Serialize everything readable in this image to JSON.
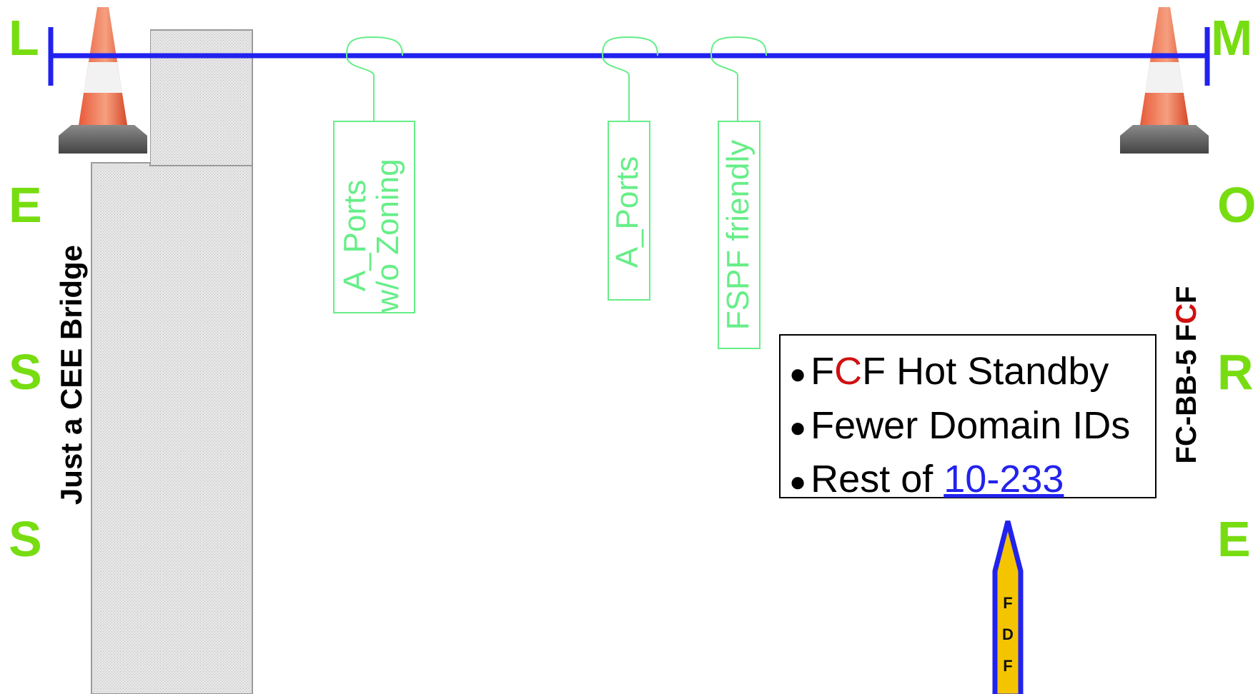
{
  "side_letters": {
    "left": [
      "L",
      "E",
      "S",
      "S"
    ],
    "right": [
      "M",
      "O",
      "R",
      "E"
    ]
  },
  "bridge_label": "Just a CEE Bridge",
  "fcbb_label": {
    "prefix": "FC-BB-5 F",
    "red": "C",
    "suffix": "F"
  },
  "tags": [
    {
      "line1": "A_Ports",
      "line2": "w/o Zoning"
    },
    {
      "line1": "A_Ports",
      "line2": ""
    },
    {
      "line1": "FSPF friendly",
      "line2": ""
    }
  ],
  "bullets": {
    "item1": {
      "pre": "F",
      "red": "C",
      "post": "F Hot Standby"
    },
    "item2": "Fewer Domain IDs",
    "item3": {
      "pre": "Rest of ",
      "link": "10-233"
    }
  },
  "fdf_marker": [
    "F",
    "D",
    "F"
  ],
  "colors": {
    "scale_line": "#2222ee",
    "side_letters": "#77dd11",
    "tags": "#66ee88",
    "accent_red": "#d01010",
    "marker_fill": "#f5c400",
    "marker_outline": "#2222ee"
  },
  "icons": [
    "traffic-cone-icon",
    "traffic-cone-icon"
  ]
}
